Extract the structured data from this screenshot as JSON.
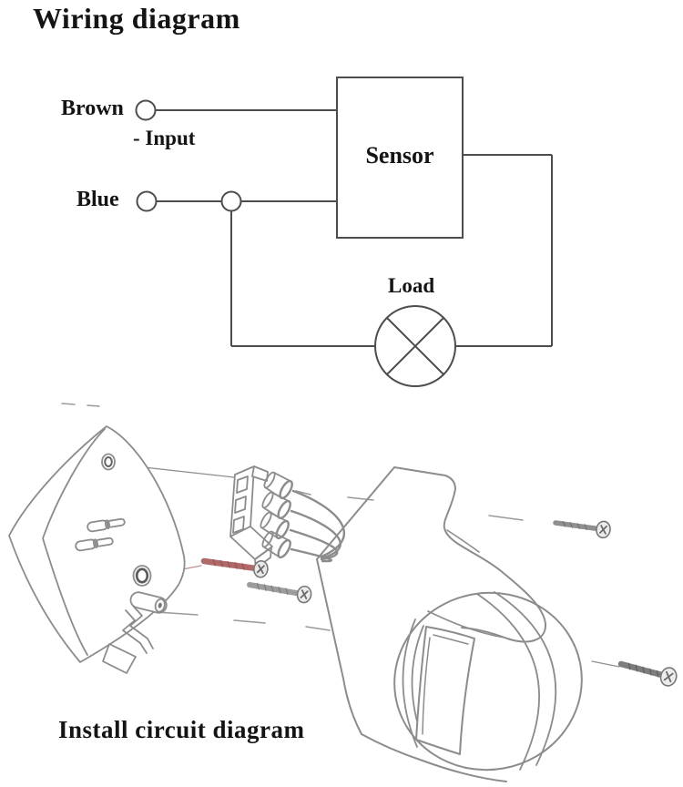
{
  "title": "Wiring diagram",
  "schematic": {
    "brown_label": "Brown",
    "input_label": "- Input",
    "blue_label": "Blue",
    "sensor_label": "Sensor",
    "load_label": "Load"
  },
  "install": {
    "caption": "Install circuit diagram"
  },
  "colors": {
    "text": "#141414",
    "circuit_line": "#4d4d4d",
    "drawing_line": "#8c8c8c",
    "screw_accent": "#b06868",
    "background": "#ffffff"
  }
}
